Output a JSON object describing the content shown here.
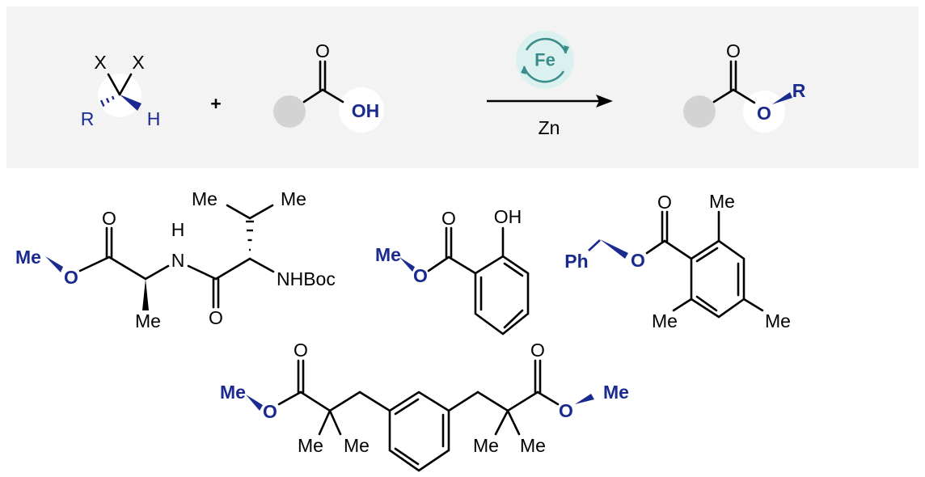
{
  "scheme": {
    "reactant_x1": "X",
    "reactant_x2": "X",
    "reactant_r": "R",
    "reactant_h": "H",
    "plus": "+",
    "acid_carbonyl_o": "O",
    "acid_oh": "OH",
    "catalyst": "Fe",
    "reagent": "Zn",
    "product_carbonyl_o": "O",
    "product_ester_o": "O",
    "product_r": "R"
  },
  "products": {
    "dipeptide": {
      "me_ester": "Me",
      "o_ester": "O",
      "o_carbonyl": "O",
      "h": "H",
      "n": "N",
      "me_ala": "Me",
      "o_amide": "O",
      "me_left": "Me",
      "me_right": "Me",
      "nhboc": "NHBoc"
    },
    "salicylate": {
      "me": "Me",
      "o_ester": "O",
      "o_carbonyl": "O",
      "oh": "OH"
    },
    "benzyl_mesitoate": {
      "ph": "Ph",
      "o_ester": "O",
      "o_carbonyl": "O",
      "me_top": "Me",
      "me_left": "Me",
      "me_right": "Me"
    },
    "diester": {
      "me_left": "Me",
      "o_left": "O",
      "o_carbonyl_left": "O",
      "me_q1a": "Me",
      "me_q1b": "Me",
      "me_q2a": "Me",
      "me_q2b": "Me",
      "o_carbonyl_right": "O",
      "o_right": "O",
      "me_right": "Me"
    }
  },
  "colors": {
    "panel": "#f3f3f3",
    "highlight_blue": "#1b2a8f",
    "catalyst_teal": "#3a8d8b",
    "placeholder_gray": "#d3d3d3"
  }
}
